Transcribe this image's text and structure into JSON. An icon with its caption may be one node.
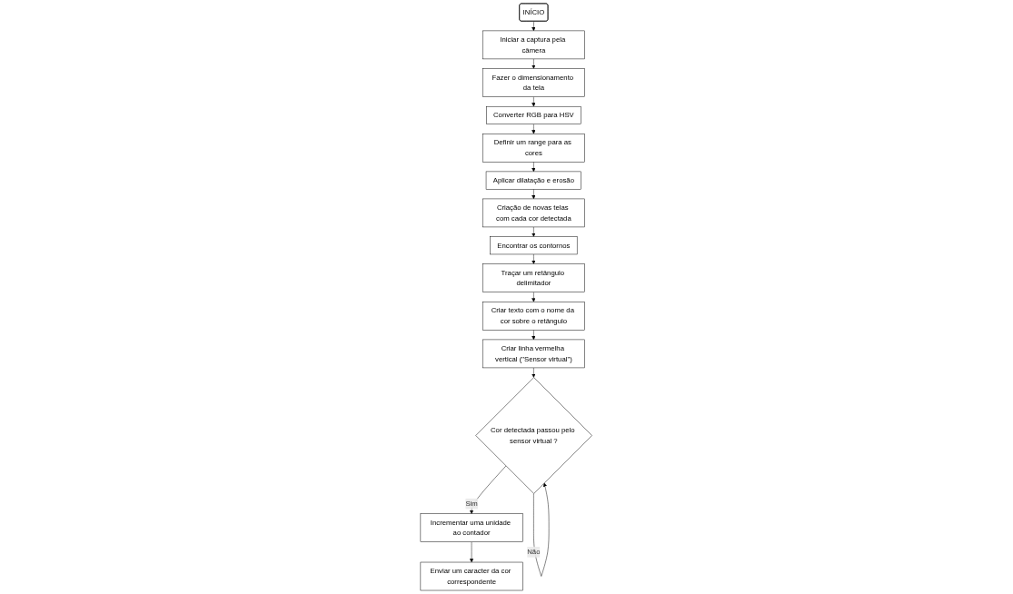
{
  "diagram": {
    "nodes": [
      {
        "text": [
          "INÍCIO"
        ]
      },
      {
        "text": [
          "Iniciar a captura pela câmera"
        ]
      },
      {
        "text": [
          "Fazer o dimensionamento da tela"
        ]
      },
      {
        "text": [
          "Converter RGB para HSV"
        ]
      },
      {
        "text": [
          "Definir um range para as cores"
        ]
      },
      {
        "text": [
          "Aplicar dilatação e erosão"
        ]
      },
      {
        "text": [
          "Criação de novas telas com cada cor detectada"
        ]
      },
      {
        "text": [
          "Encontrar os contornos"
        ]
      },
      {
        "text": [
          "Traçar um retângulo delimitador"
        ]
      },
      {
        "text": [
          "Criar texto com o nome da cor sobre o retângulo"
        ]
      },
      {
        "text": [
          "Criar linha vermelha vertical (\"Sensor virtual\")"
        ]
      },
      {
        "text": [
          "Cor detectada passou pelo sensor virtual ?"
        ]
      },
      {
        "text": [
          "Incrementar uma unidade ao contador"
        ]
      },
      {
        "text": [
          "Enviar um caracter da cor correspondente"
        ]
      }
    ],
    "edges": [
      {
        "from": 0,
        "to": 1,
        "arrow": "to"
      },
      {
        "from": 1,
        "to": 2,
        "arrow": "to"
      },
      {
        "from": 2,
        "to": 3,
        "arrow": "to"
      },
      {
        "from": 3,
        "to": 4,
        "arrow": "to"
      },
      {
        "from": 4,
        "to": 5,
        "arrow": "to"
      },
      {
        "from": 5,
        "to": 6,
        "arrow": "to"
      },
      {
        "from": 6,
        "to": 7,
        "arrow": "to"
      },
      {
        "from": 7,
        "to": 8,
        "arrow": "to"
      },
      {
        "from": 8,
        "to": 9,
        "arrow": "to"
      },
      {
        "from": 9,
        "to": 10,
        "arrow": "to"
      },
      {
        "from": 10,
        "to": 11,
        "arrow": "to"
      },
      {
        "from": 11,
        "to": 12,
        "label": "Sim",
        "arrow": "to"
      },
      {
        "from": 12,
        "to": 13,
        "arrow": "to"
      },
      {
        "from": 11,
        "to": 11,
        "label": "Não",
        "arrow": "to"
      }
    ]
  }
}
